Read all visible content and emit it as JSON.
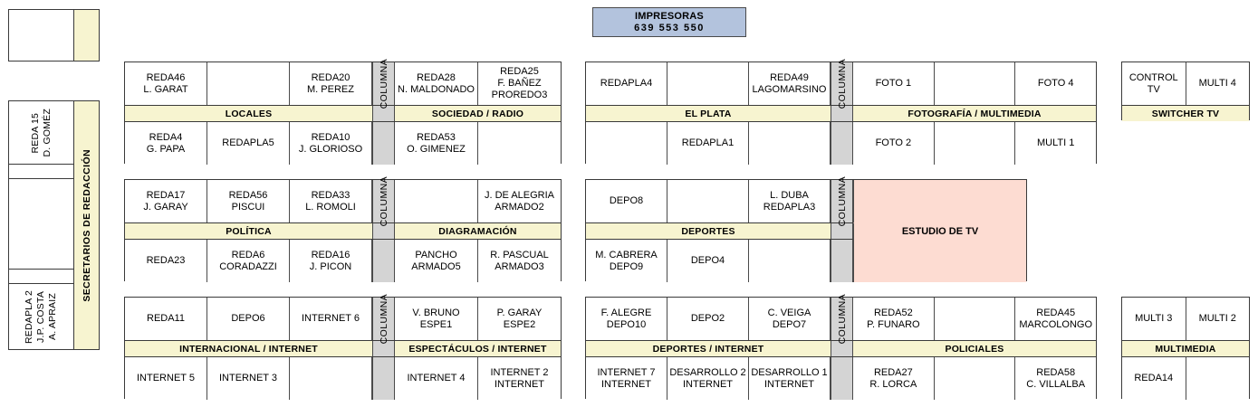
{
  "printers": {
    "title": "IMPRESORAS",
    "numbers": "639  553  550",
    "color": "#b3c3dd"
  },
  "colors": {
    "label_bar": "#f7f4d0",
    "columna": "#d4d4d4",
    "studio": "#fddcd2",
    "border": "#3a3a3a"
  },
  "sidebar": {
    "group_label": "SECRETARIOS DE REDACCIÓN",
    "top_box": {
      "label": ""
    },
    "cells": [
      {
        "label": "REDA 15\nD. GOMÉZ"
      },
      {
        "label": ""
      },
      {
        "label": ""
      },
      {
        "label": ""
      },
      {
        "label": "REDAPLA 2\nJ.P. COSTA\nA. APRAIZ"
      }
    ]
  },
  "columna_label": "COLUMNA",
  "blocks": [
    {
      "id": "locales-sociedad",
      "left_label": "LOCALES",
      "right_label": "SOCIEDAD / RADIO",
      "left_top": [
        {
          "l1": "REDA46",
          "l2": "L. GARAT"
        },
        {
          "l1": "",
          "l2": ""
        },
        {
          "l1": "REDA20",
          "l2": "M. PEREZ"
        }
      ],
      "left_bottom": [
        {
          "l1": "REDA4",
          "l2": "G. PAPA"
        },
        {
          "l1": "REDAPLA5",
          "l2": ""
        },
        {
          "l1": "REDA10",
          "l2": "J. GLORIOSO"
        }
      ],
      "right_top": [
        {
          "l1": "REDA28",
          "l2": "N. MALDONADO"
        },
        {
          "l1": "REDA25",
          "l2": "F. BAÑEZ",
          "l3": "PROREDO3"
        }
      ],
      "right_bottom": [
        {
          "l1": "REDA53",
          "l2": "O. GIMENEZ"
        },
        {
          "l1": "",
          "l2": ""
        }
      ]
    },
    {
      "id": "elplata-fotografia",
      "left_label": "EL PLATA",
      "right_label": "FOTOGRAFÍA / MULTIMEDIA",
      "left_top": [
        {
          "l1": "REDAPLA4",
          "l2": ""
        },
        {
          "l1": "",
          "l2": ""
        },
        {
          "l1": "REDA49",
          "l2": "LAGOMARSINO"
        }
      ],
      "left_bottom": [
        {
          "l1": "",
          "l2": ""
        },
        {
          "l1": "REDAPLA1",
          "l2": ""
        },
        {
          "l1": "",
          "l2": ""
        }
      ],
      "right_top": [
        {
          "l1": "FOTO 1",
          "l2": ""
        },
        {
          "l1": "",
          "l2": ""
        },
        {
          "l1": "FOTO 4",
          "l2": ""
        }
      ],
      "right_bottom": [
        {
          "l1": "FOTO 2",
          "l2": ""
        },
        {
          "l1": "",
          "l2": ""
        },
        {
          "l1": "MULTI 1",
          "l2": ""
        }
      ]
    },
    {
      "id": "switcher-tv",
      "label": "SWITCHER TV",
      "top": [
        {
          "l1": "CONTROL TV",
          "l2": ""
        },
        {
          "l1": "MULTI 4",
          "l2": ""
        }
      ]
    },
    {
      "id": "politica-diagramacion",
      "left_label": "POLÍTICA",
      "right_label": "DIAGRAMACIÓN",
      "left_top": [
        {
          "l1": "REDA17",
          "l2": "J. GARAY"
        },
        {
          "l1": "REDA56",
          "l2": "PISCUI"
        },
        {
          "l1": "REDA33",
          "l2": "L. ROMOLI"
        }
      ],
      "left_bottom": [
        {
          "l1": "REDA23",
          "l2": ""
        },
        {
          "l1": "REDA6",
          "l2": "CORADAZZI"
        },
        {
          "l1": "REDA16",
          "l2": "J. PICON"
        }
      ],
      "right_top": [
        {
          "l1": "",
          "l2": ""
        },
        {
          "l1": "J. DE ALEGRIA",
          "l2": "ARMADO2"
        }
      ],
      "right_bottom": [
        {
          "l1": "PANCHO",
          "l2": "ARMADO5"
        },
        {
          "l1": "R. PASCUAL",
          "l2": "ARMADO3"
        }
      ]
    },
    {
      "id": "deportes-estudio",
      "left_label": "DEPORTES",
      "studio_label": "ESTUDIO DE TV",
      "left_top": [
        {
          "l1": "DEPO8",
          "l2": ""
        },
        {
          "l1": "",
          "l2": ""
        },
        {
          "l1": "L. DUBA",
          "l2": "REDAPLA3"
        }
      ],
      "left_bottom": [
        {
          "l1": "M. CABRERA",
          "l2": "DEPO9"
        },
        {
          "l1": "DEPO4",
          "l2": ""
        },
        {
          "l1": "",
          "l2": ""
        }
      ]
    },
    {
      "id": "internacional-espectaculos",
      "left_label": "INTERNACIONAL / INTERNET",
      "right_label": "ESPECTÁCULOS / INTERNET",
      "left_top": [
        {
          "l1": "REDA11",
          "l2": ""
        },
        {
          "l1": "DEPO6",
          "l2": ""
        },
        {
          "l1": "INTERNET 6",
          "l2": ""
        }
      ],
      "left_bottom": [
        {
          "l1": "INTERNET 5",
          "l2": ""
        },
        {
          "l1": "INTERNET 3",
          "l2": ""
        },
        {
          "l1": "",
          "l2": ""
        }
      ],
      "right_top": [
        {
          "l1": "V. BRUNO",
          "l2": "ESPE1"
        },
        {
          "l1": "P. GARAY",
          "l2": "ESPE2"
        }
      ],
      "right_bottom": [
        {
          "l1": "INTERNET 4",
          "l2": ""
        },
        {
          "l1": "INTERNET 2",
          "l2": "INTERNET"
        }
      ]
    },
    {
      "id": "deportes-internet-policiales",
      "left_label": "DEPORTES / INTERNET",
      "right_label": "POLICIALES",
      "left_top": [
        {
          "l1": "F. ALEGRE",
          "l2": "DEPO10"
        },
        {
          "l1": "DEPO2",
          "l2": ""
        },
        {
          "l1": "C. VEIGA",
          "l2": "DEPO7"
        }
      ],
      "left_bottom": [
        {
          "l1": "INTERNET 7",
          "l2": "INTERNET"
        },
        {
          "l1": "DESARROLLO 2",
          "l2": "INTERNET"
        },
        {
          "l1": "DESARROLLO 1",
          "l2": "INTERNET"
        }
      ],
      "right_top": [
        {
          "l1": "REDA52",
          "l2": "P. FUNARO"
        },
        {
          "l1": "",
          "l2": ""
        },
        {
          "l1": "REDA45",
          "l2": "MARCOLONGO"
        }
      ],
      "right_bottom": [
        {
          "l1": "REDA27",
          "l2": "R. LORCA"
        },
        {
          "l1": "",
          "l2": ""
        },
        {
          "l1": "REDA58",
          "l2": "C. VILLALBA"
        }
      ]
    },
    {
      "id": "multimedia",
      "label": "MULTIMEDIA",
      "top": [
        {
          "l1": "MULTI 3",
          "l2": ""
        },
        {
          "l1": "MULTI 2",
          "l2": ""
        }
      ],
      "bottom": [
        {
          "l1": "REDA14",
          "l2": ""
        },
        {
          "l1": "",
          "l2": ""
        }
      ]
    }
  ]
}
